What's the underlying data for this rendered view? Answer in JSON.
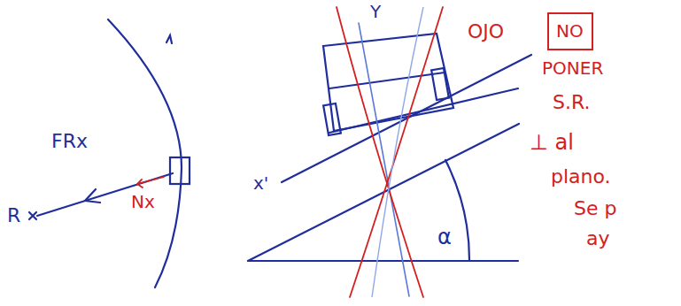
{
  "diagram": {
    "nodes": [
      {
        "text": [
          "NO"
        ]
      }
    ],
    "labels": [
      "R",
      "FRx",
      "Nx",
      "Y",
      "x'",
      "α",
      "OJO",
      "PONER",
      "S.R.",
      "⊥ al",
      "plano.",
      "Se p",
      "ay"
    ]
  }
}
